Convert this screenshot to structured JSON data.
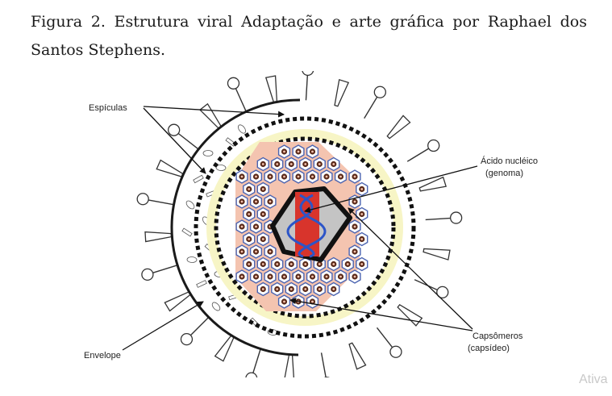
{
  "caption": "Figura 2. Estrutura viral  Adaptação e arte gráfica por Raphael dos Santos Stephens.",
  "labels": {
    "espiculas": "Espículas",
    "acido_line1": "Ácido nucléico",
    "acido_line2": "(genoma)",
    "capsomeros_line1": "Capsômeros",
    "capsomeros_line2": "(capsídeo)",
    "envelope": "Envelope"
  },
  "watermark": "Ativa",
  "colors": {
    "envelope": "#b7b1dd",
    "capsid_ring": "#f7f5c6",
    "hex_field": "#f4c4b0",
    "capsomere_outline": "#4a63b0",
    "genome_polygon": "#c4c4c4",
    "rna_strand": "#d8342c",
    "dna_helix": "#2c55c8"
  }
}
